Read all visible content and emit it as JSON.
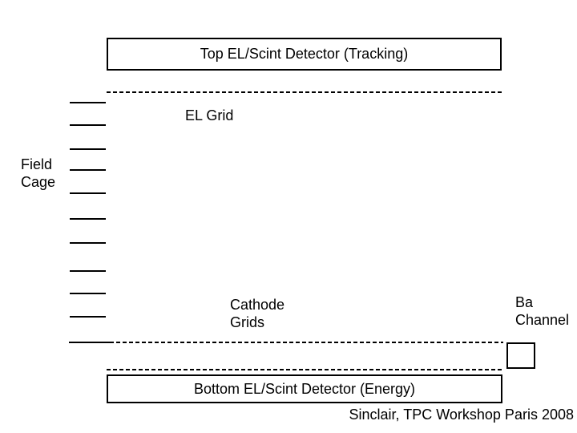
{
  "slide": {
    "background_color": "#ffffff",
    "line_color": "#000000"
  },
  "top_detector": {
    "label": "Top EL/Scint Detector (Tracking)"
  },
  "el_grid": {
    "label": "EL Grid"
  },
  "field_cage": {
    "label": "Field Cage",
    "ring_count": 10,
    "ring_y": [
      127,
      155,
      185,
      211,
      240,
      272,
      302,
      337,
      365,
      394
    ]
  },
  "cathode": {
    "label": "Cathode Grids"
  },
  "ba_channel": {
    "label": "Ba Channel"
  },
  "bottom_detector": {
    "label": "Bottom EL/Scint Detector (Energy)"
  },
  "attribution": {
    "label": "Sinclair, TPC Workshop Paris 2008"
  }
}
